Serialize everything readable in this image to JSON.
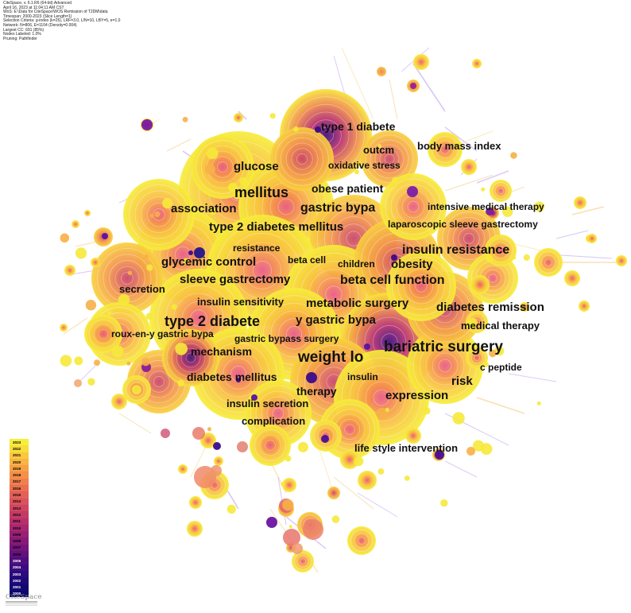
{
  "header": {
    "lines": [
      "CiteSpace, v. 6.1.R6 (64-bit) Advanced",
      "April 16, 2023 at 11:04:11 AM CST",
      "WoS: E:\\Data for CiteSpace\\WOS Remission of T2DM\\data",
      "Timespan: 2000-2023 (Slice Length=1)",
      "Selection Criteria: g-index (k=25), LRF=3.0, L/N=10, LBY=5, e=1.0",
      "Network: N=806, E=1104 (Density=0.004)",
      "Largest CC: 691 (85%)",
      "Nodes Labeled: 1.0%",
      "Pruning: Pathfinder"
    ]
  },
  "keywords": [
    {
      "text": "type 1 diabete",
      "size": 14
    },
    {
      "text": "body mass index",
      "size": 13
    },
    {
      "text": "outcm",
      "size": 13
    },
    {
      "text": "glucose",
      "size": 15
    },
    {
      "text": "oxidative stress",
      "size": 12
    },
    {
      "text": "mellitus",
      "size": 18
    },
    {
      "text": "obese patient",
      "size": 14
    },
    {
      "text": "association",
      "size": 15
    },
    {
      "text": "gastric bypa",
      "size": 16
    },
    {
      "text": "intensive medical therapy",
      "size": 12
    },
    {
      "text": "laparoscopic sleeve gastrectomy",
      "size": 12
    },
    {
      "text": "type 2 diabetes mellitus",
      "size": 15
    },
    {
      "text": "resistance",
      "size": 12
    },
    {
      "text": "insulin resistance",
      "size": 16
    },
    {
      "text": "glycemic control",
      "size": 15
    },
    {
      "text": "beta cell",
      "size": 12
    },
    {
      "text": "children",
      "size": 12
    },
    {
      "text": "obesity",
      "size": 15
    },
    {
      "text": "sleeve gastrectomy",
      "size": 15
    },
    {
      "text": "beta cell function",
      "size": 16
    },
    {
      "text": "secretion",
      "size": 13
    },
    {
      "text": "insulin sensitivity",
      "size": 13
    },
    {
      "text": "metabolic surgery",
      "size": 15
    },
    {
      "text": "diabetes remission",
      "size": 15
    },
    {
      "text": "type 2 diabete",
      "size": 18
    },
    {
      "text": "y gastric bypa",
      "size": 15
    },
    {
      "text": "medical therapy",
      "size": 13
    },
    {
      "text": "roux-en-y gastric bypa",
      "size": 12
    },
    {
      "text": "gastric bypass surgery",
      "size": 12
    },
    {
      "text": "bariatric surgery",
      "size": 19
    },
    {
      "text": "mechanism",
      "size": 14
    },
    {
      "text": "weight lo",
      "size": 19
    },
    {
      "text": "c peptide",
      "size": 12
    },
    {
      "text": "diabetes mellitus",
      "size": 14
    },
    {
      "text": "insulin",
      "size": 12
    },
    {
      "text": "risk",
      "size": 15
    },
    {
      "text": "therapy",
      "size": 14
    },
    {
      "text": "expression",
      "size": 15
    },
    {
      "text": "insulin secretion",
      "size": 13
    },
    {
      "text": "complication",
      "size": 13
    },
    {
      "text": "life style intervention",
      "size": 13
    }
  ],
  "legend": {
    "years": [
      "2023",
      "2022",
      "2021",
      "2020",
      "2019",
      "2018",
      "2017",
      "2016",
      "2015",
      "2014",
      "2013",
      "2012",
      "2011",
      "2010",
      "2009",
      "2008",
      "2007",
      "2006",
      "2005",
      "2004",
      "2003",
      "2002",
      "2001",
      "2000"
    ],
    "colors": [
      "#f6ef3a",
      "#f8dd3c",
      "#f9c83f",
      "#f9b442",
      "#f7a145",
      "#f49049",
      "#ef7f4d",
      "#ea6f52",
      "#e36057",
      "#da525c",
      "#cf4561",
      "#c43a66",
      "#b72f6b",
      "#a82770",
      "#982074",
      "#871a78",
      "#75157b",
      "#62117d",
      "#4e0e7e",
      "#3b0c7f",
      "#2b0a7d",
      "#1e0978",
      "#130872",
      "#0c086a"
    ]
  },
  "logo": {
    "text": "CiteSpace"
  }
}
